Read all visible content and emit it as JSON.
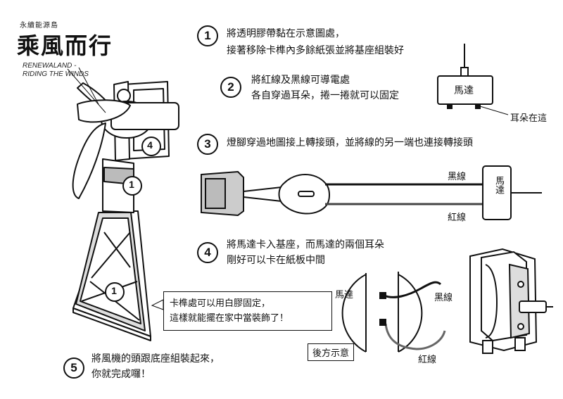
{
  "brand": {
    "subtitle": "永續能源島",
    "title": "乘風而行",
    "english_lines": [
      "RENEWALAND -",
      "RIDING THE WINDS"
    ]
  },
  "steps": [
    {
      "number": "1",
      "lines": [
        "將透明膠帶黏在示意圖處，",
        "接著移除卡榫內多餘紙張並將基座組裝好"
      ]
    },
    {
      "number": "2",
      "lines": [
        "將紅線及黑線可導電處",
        "各自穿過耳朵，捲一捲就可以固定"
      ]
    },
    {
      "number": "3",
      "lines": [
        "燈腳穿過地圖接上轉接頭，並將線的另一端也連接轉接頭"
      ]
    },
    {
      "number": "4",
      "lines": [
        "將馬達卡入基座，而馬達的兩個耳朵",
        "剛好可以卡在紙板中間"
      ]
    },
    {
      "number": "5",
      "lines": [
        "將風機的頭跟底座組裝起來，",
        "你就完成囉！"
      ]
    }
  ],
  "labels": {
    "motor": "馬達",
    "ear": "耳朵在這",
    "black_wire": "黑線",
    "red_wire": "紅線",
    "motor_rear": "馬達",
    "black_wire_rear": "黑線",
    "red_wire_rear": "紅線",
    "back_view": "後方示意",
    "motor_vertical": "馬達"
  },
  "tip": {
    "lines": [
      "卡榫處可以用白膠固定，",
      "這樣就能擺在家中當裝飾了！"
    ]
  },
  "diagram_markers": {
    "marker_4": "4",
    "marker_1_top": "1",
    "marker_1_bottom": "1"
  }
}
